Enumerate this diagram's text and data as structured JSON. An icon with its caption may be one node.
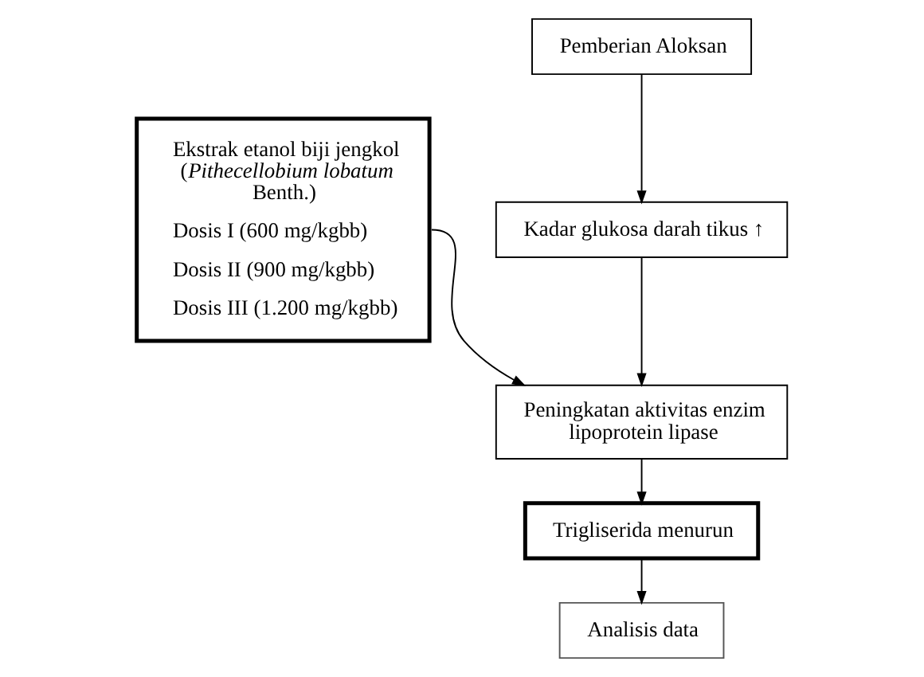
{
  "diagram": {
    "nodes": [
      {
        "text": [
          "Pemberian Aloksan"
        ]
      },
      {
        "text": [
          "Ekstrak etanol biji jengkol (*Pithecellobium lobatum* Benth.)",
          "Dosis I (600 mg/kgbb)",
          "Dosis II (900 mg/kgbb)",
          "Dosis III (1.200 mg/kgbb)"
        ]
      },
      {
        "text": [
          "Kadar glukosa darah tikus ↑"
        ]
      },
      {
        "text": [
          "Peningkatan aktivitas enzim lipoprotein lipase"
        ]
      },
      {
        "text": [
          "Trigliserida menurun"
        ]
      },
      {
        "text": [
          "Analisis data"
        ]
      }
    ],
    "edges": [
      {
        "from": 0,
        "to": 2,
        "arrow": "to"
      },
      {
        "from": 2,
        "to": 3,
        "arrow": "to"
      },
      {
        "from": 1,
        "to": 3,
        "arrow": "to"
      },
      {
        "from": 3,
        "to": 4,
        "arrow": "to"
      },
      {
        "from": 4,
        "to": 5,
        "arrow": "to"
      }
    ]
  }
}
